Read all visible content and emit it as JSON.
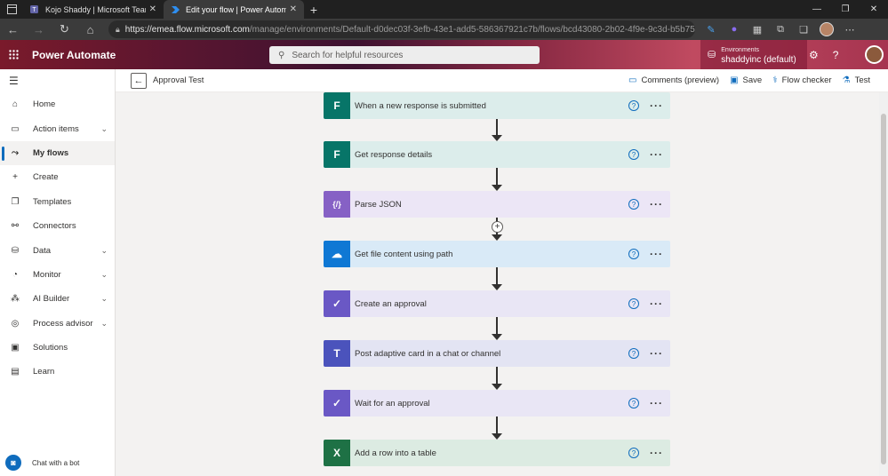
{
  "browser": {
    "tabs": [
      {
        "title": "Kojo Shaddy | Microsoft Teams",
        "icon": "teams-icon",
        "color": "#6264a7"
      },
      {
        "title": "Edit your flow | Power Automate",
        "icon": "power-automate-icon",
        "color": "#0f6cbd",
        "active": true
      }
    ],
    "url_host": "https://emea.flow.microsoft.com",
    "url_path": "/manage/environments/Default-d0dec03f-3efb-43e1-add5-586367921c7b/flows/bcd43080-2b02-4f9e-9c3d-b5b75b..."
  },
  "header": {
    "app_title": "Power Automate",
    "search_placeholder": "Search for helpful resources",
    "env_label": "Environments",
    "env_value": "shaddyinc (default)"
  },
  "nav": {
    "items": [
      {
        "label": "Home",
        "icon": "home-icon"
      },
      {
        "label": "Action items",
        "icon": "clipboard-icon",
        "chevron": true
      },
      {
        "label": "My flows",
        "icon": "flow-icon",
        "active": true
      },
      {
        "label": "Create",
        "icon": "plus-icon"
      },
      {
        "label": "Templates",
        "icon": "templates-icon"
      },
      {
        "label": "Connectors",
        "icon": "connector-icon"
      },
      {
        "label": "Data",
        "icon": "database-icon",
        "chevron": true
      },
      {
        "label": "Monitor",
        "icon": "monitor-icon",
        "chevron": true
      },
      {
        "label": "AI Builder",
        "icon": "ai-icon",
        "chevron": true
      },
      {
        "label": "Process advisor",
        "icon": "process-icon",
        "chevron": true
      },
      {
        "label": "Solutions",
        "icon": "solutions-icon"
      },
      {
        "label": "Learn",
        "icon": "book-icon"
      }
    ],
    "chatbot": "Chat with a bot"
  },
  "commandbar": {
    "flow_name": "Approval Test",
    "actions": [
      "Comments (preview)",
      "Save",
      "Flow checker",
      "Test"
    ]
  },
  "flow": {
    "steps": [
      {
        "title": "When a new response is submitted",
        "icon": "forms-icon",
        "icon_bg": "#077568",
        "bg": "#dcedeb"
      },
      {
        "title": "Get response details",
        "icon": "forms-icon",
        "icon_bg": "#077568",
        "bg": "#dcedeb"
      },
      {
        "title": "Parse JSON",
        "icon": "json-icon",
        "icon_bg": "#8661c5",
        "bg": "#ece6f6"
      },
      {
        "title": "Get file content using path",
        "icon": "onedrive-icon",
        "icon_bg": "#0f78d4",
        "bg": "#d9eaf7"
      },
      {
        "title": "Create an approval",
        "icon": "approval-icon",
        "icon_bg": "#6a58c5",
        "bg": "#e9e6f5"
      },
      {
        "title": "Post adaptive card in a chat or channel",
        "icon": "teams-icon",
        "icon_bg": "#4b53bc",
        "bg": "#e3e4f3"
      },
      {
        "title": "Wait for an approval",
        "icon": "approval-icon",
        "icon_bg": "#6a58c5",
        "bg": "#e9e6f5"
      },
      {
        "title": "Add a row into a table",
        "icon": "excel-icon",
        "icon_bg": "#1e7145",
        "bg": "#dcebe2"
      }
    ]
  }
}
